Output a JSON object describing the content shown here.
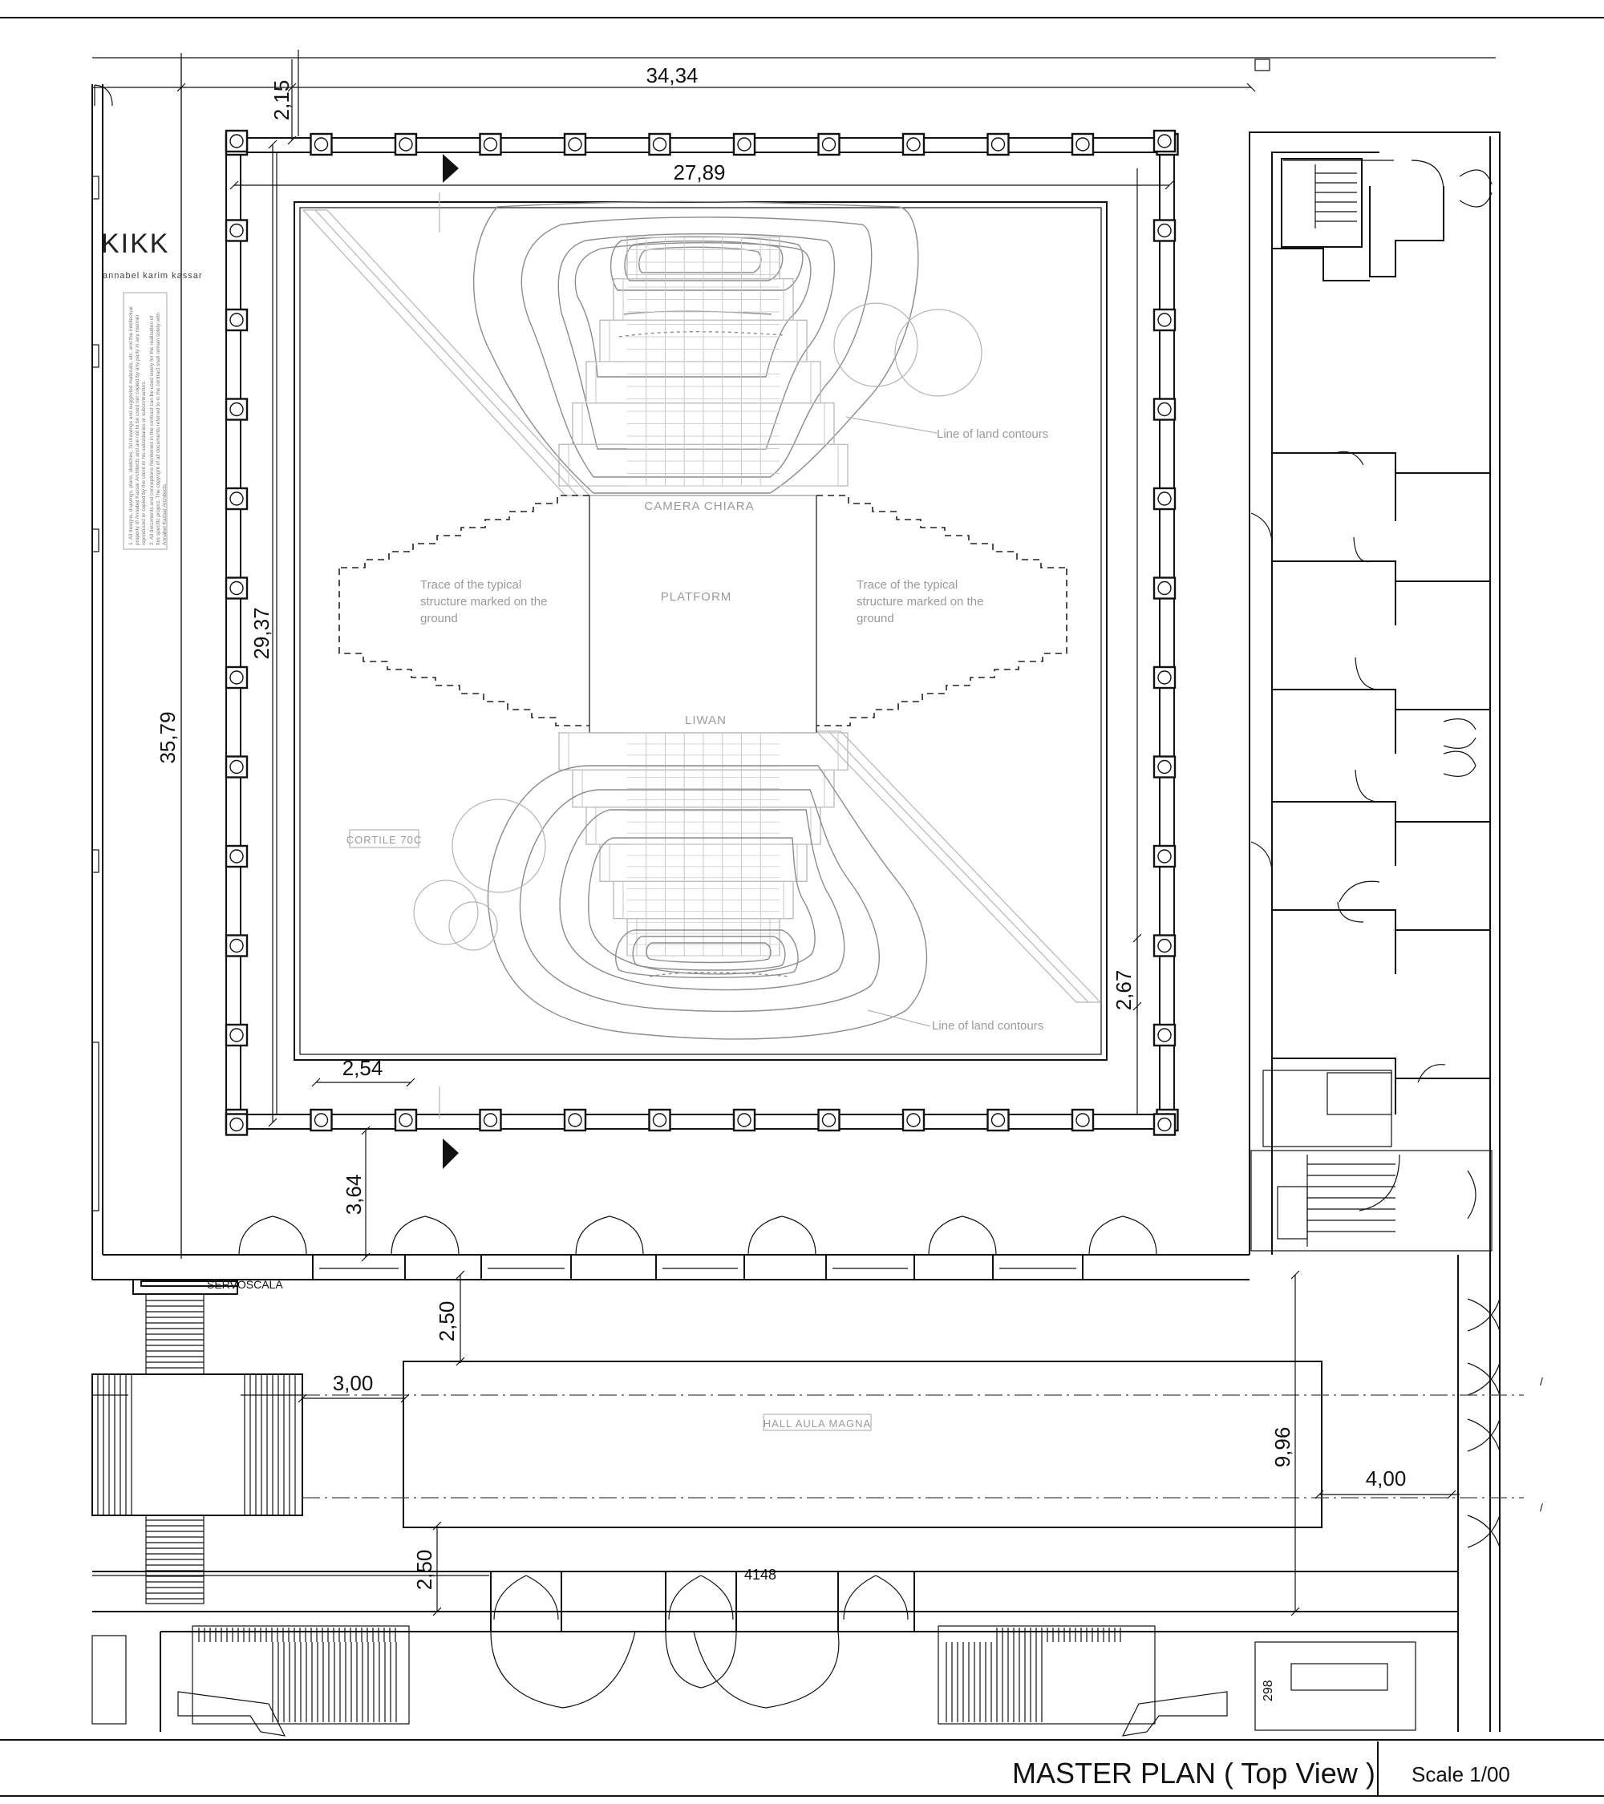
{
  "sheet": {
    "title": "MASTER PLAN ( Top View )",
    "scale": "Scale 1/00"
  },
  "dimensions": {
    "overall_width": "34,34",
    "top_offset": "2,15",
    "inner_width": "27,89",
    "inner_height": "29,37",
    "overall_height": "35,79",
    "right_gap": "2,67",
    "left_gap": "2,54",
    "bottom_gap": "3,64",
    "hall_top_gap": "2,50",
    "hall_left_gap": "3,00",
    "hall_depth": "9,96",
    "hall_right_gap": "4,00",
    "hall_bottom_gap": "2,50",
    "level_mark": "4148",
    "stair_mark": "298"
  },
  "labels": {
    "camera_chiara": "CAMERA CHIARA",
    "platform": "PLATFORM",
    "liwan": "LIWAN",
    "cortile": "CORTILE 70C",
    "hall": "HALL AULA MAGNA",
    "servoscala": "SERVOSCALA",
    "contours_top": "Line of land contours",
    "contours_bottom": "Line of land contours",
    "trace_left": [
      "Trace of the typical",
      "structure marked on the",
      "ground"
    ],
    "trace_right": [
      "Trace of the typical",
      "structure marked on the",
      "ground"
    ]
  },
  "logo": {
    "mark": "KIKK",
    "name": "annabel karim kassar"
  },
  "notice": [
    "1. All designs, drawings, plans, sketches, 3d drawings and suggested materials, etc. and the intellectual",
    "property of Annabel Kassar Architects and are not to be used nor copied by any party in any manner",
    "reproduced or copied by the client or his subsidiaries or subcontractors.",
    "2. All documents and conceptions mentioned in the contract can be used solely for the realisation of",
    "this specific project. The copyright of all documents referred to in the contract shall remain solely with",
    "Annabel Kassar Architects."
  ]
}
